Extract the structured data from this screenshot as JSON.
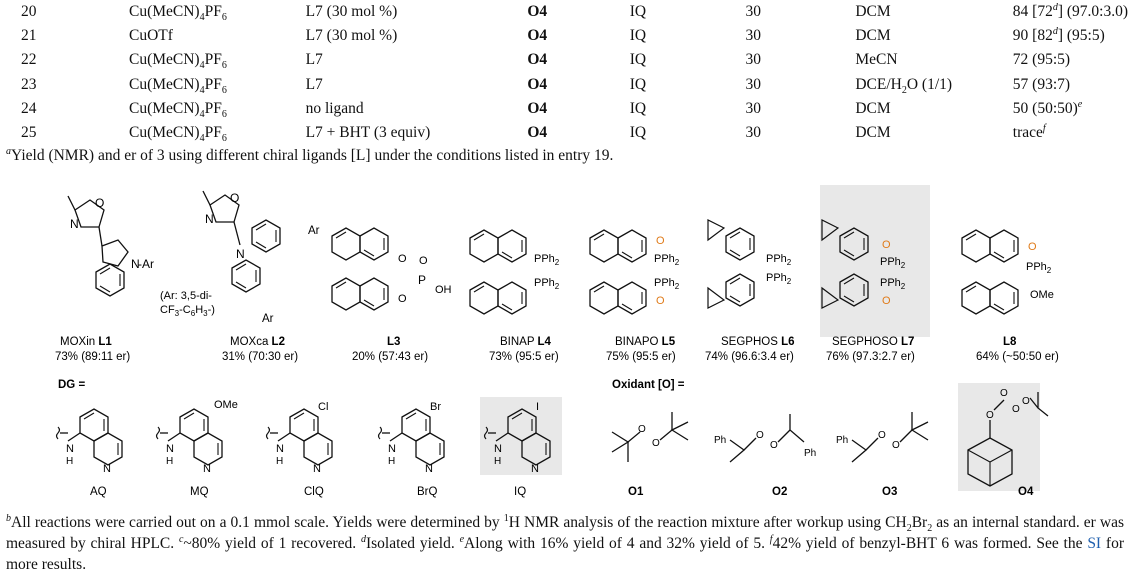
{
  "rows": [
    {
      "entry": "20",
      "cat_main": "Cu(MeCN)",
      "cat_sub": "4",
      "cat_tail": "PF",
      "cat_sub2": "6",
      "ligand": "L7 (30 mol %)",
      "oxidant": "O4",
      "dg": "IQ",
      "temp": "30",
      "solvent_pre": "DCM",
      "solvent_sub": "",
      "solvent_post": "",
      "yield_pre": "84 [72",
      "yield_sup": "d",
      "yield_post": "] (97.0:3.0)"
    },
    {
      "entry": "21",
      "cat_main": "CuOTf",
      "cat_sub": "",
      "cat_tail": "",
      "cat_sub2": "",
      "ligand": "L7 (30 mol %)",
      "oxidant": "O4",
      "dg": "IQ",
      "temp": "30",
      "solvent_pre": "DCM",
      "solvent_sub": "",
      "solvent_post": "",
      "yield_pre": "90 [82",
      "yield_sup": "d",
      "yield_post": "] (95:5)"
    },
    {
      "entry": "22",
      "cat_main": "Cu(MeCN)",
      "cat_sub": "4",
      "cat_tail": "PF",
      "cat_sub2": "6",
      "ligand": "L7",
      "oxidant": "O4",
      "dg": "IQ",
      "temp": "30",
      "solvent_pre": "MeCN",
      "solvent_sub": "",
      "solvent_post": "",
      "yield_pre": "72 (95:5)",
      "yield_sup": "",
      "yield_post": ""
    },
    {
      "entry": "23",
      "cat_main": "Cu(MeCN)",
      "cat_sub": "4",
      "cat_tail": "PF",
      "cat_sub2": "6",
      "ligand": "L7",
      "oxidant": "O4",
      "dg": "IQ",
      "temp": "30",
      "solvent_pre": "DCE/H",
      "solvent_sub": "2",
      "solvent_post": "O (1/1)",
      "yield_pre": "57 (93:7)",
      "yield_sup": "",
      "yield_post": ""
    },
    {
      "entry": "24",
      "cat_main": "Cu(MeCN)",
      "cat_sub": "4",
      "cat_tail": "PF",
      "cat_sub2": "6",
      "ligand": "no ligand",
      "oxidant": "O4",
      "dg": "IQ",
      "temp": "30",
      "solvent_pre": "DCM",
      "solvent_sub": "",
      "solvent_post": "",
      "yield_pre": "50 (50:50)",
      "yield_sup": "e",
      "yield_post": ""
    },
    {
      "entry": "25",
      "cat_main": "Cu(MeCN)",
      "cat_sub": "4",
      "cat_tail": "PF",
      "cat_sub2": "6",
      "ligand": "L7 + BHT (3 equiv)",
      "oxidant": "O4",
      "dg": "IQ",
      "temp": "30",
      "solvent_pre": "DCM",
      "solvent_sub": "",
      "solvent_post": "",
      "yield_pre": "trace",
      "yield_sup": "f",
      "yield_post": ""
    }
  ],
  "footnote_a": {
    "mark": "a",
    "text": "Yield (NMR) and er of 3 using different chiral ligands [L] under the conditions listed in entry 19."
  },
  "ligands": [
    {
      "name": "MOXin",
      "code": "L1",
      "result": "73% (89:11 er)"
    },
    {
      "name": "MOXca",
      "code": "L2",
      "result": "31% (70:30 er)"
    },
    {
      "name": "",
      "code": "L3",
      "result": "20% (57:43 er)"
    },
    {
      "name": "BINAP",
      "code": "L4",
      "result": "73% (95:5 er)"
    },
    {
      "name": "BINAPO",
      "code": "L5",
      "result": "75% (95:5 er)"
    },
    {
      "name": "SEGPHOS",
      "code": "L6",
      "result": "74% (96.6:3.4 er)"
    },
    {
      "name": "SEGPHOSO",
      "code": "L7",
      "result": "76% (97.3:2.7 er)"
    },
    {
      "name": "",
      "code": "L8",
      "result": "64% (~50:50 er)"
    }
  ],
  "ar_note": {
    "line1": "(Ar: 3,5-di-",
    "line2": "CF",
    "line2_sub": "3",
    "line2_mid": "-C",
    "line2_sub2": "6",
    "line2_mid2": "H",
    "line2_sub3": "3",
    "line2_end": "-)"
  },
  "dg_label": "DG =",
  "oxidant_label": "Oxidant [O] =",
  "dgs": [
    {
      "code": "AQ",
      "subst": ""
    },
    {
      "code": "MQ",
      "subst": "OMe"
    },
    {
      "code": "ClQ",
      "subst": "Cl"
    },
    {
      "code": "BrQ",
      "subst": "Br"
    },
    {
      "code": "IQ",
      "subst": "I"
    }
  ],
  "oxidants": [
    {
      "code": "O1"
    },
    {
      "code": "O2"
    },
    {
      "code": "O3"
    },
    {
      "code": "O4"
    }
  ],
  "atoms": {
    "ar": "Ar",
    "n": "N",
    "o": "O",
    "h": "H",
    "p": "P",
    "oh": "OH",
    "pph2": "PPh",
    "pph2_sub": "2",
    "ome": "OMe",
    "ph": "Ph",
    "dash_ar": "-Ar"
  },
  "footnote_b": {
    "b_mark": "b",
    "b_text": "All reactions were carried out on a 0.1 mmol scale. Yields were determined by ",
    "h_sup": "1",
    "b_text2": "H NMR analysis of the reaction mixture after workup using CH",
    "ch_sub": "2",
    "br": "Br",
    "br_sub": "2",
    "b_text3": " as an internal standard. er was measured by chiral HPLC. ",
    "c_mark": "c",
    "c_text": "~80% yield of 1 recovered. ",
    "d_mark": "d",
    "d_text": "Isolated yield. ",
    "e_mark": "e",
    "e_text": "Along with 16% yield of 4 and 32% yield of 5. ",
    "f_mark": "f",
    "f_text": "42% yield of benzyl-BHT 6 was formed. See the ",
    "si": "SI",
    "end": " for more results."
  },
  "colors": {
    "highlight": "#e8e8e8",
    "orange": "#e07b1a",
    "link": "#1f5fae"
  }
}
